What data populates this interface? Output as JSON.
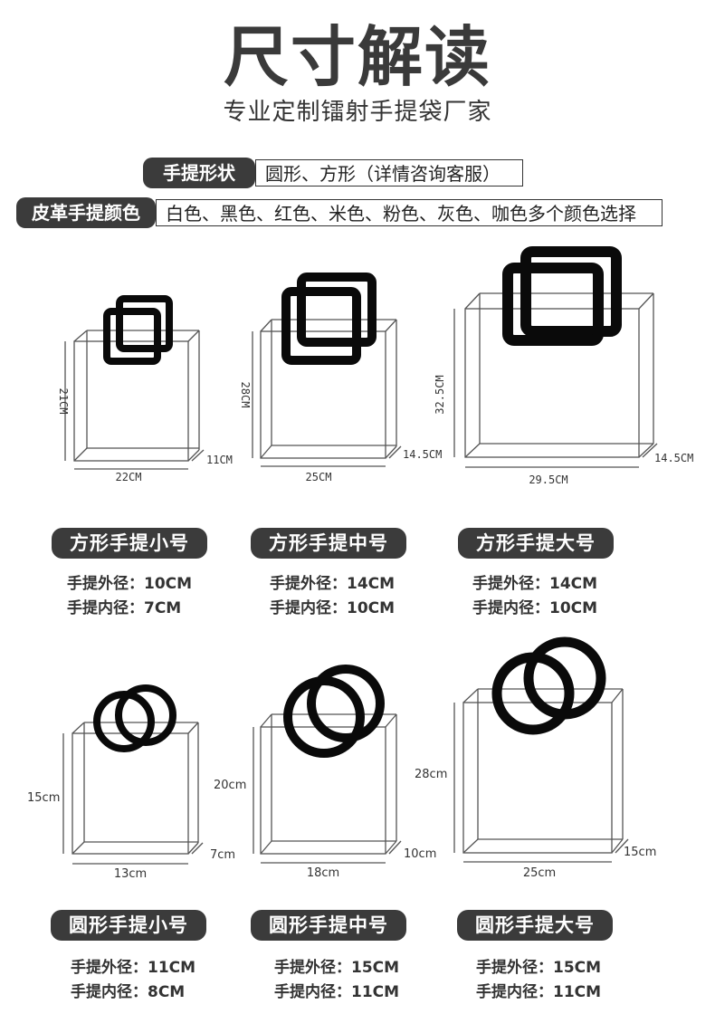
{
  "header": {
    "title": "尺寸解读",
    "subtitle": "专业定制镭射手提袋厂家"
  },
  "options": {
    "handle_shape_label": "手提形状",
    "handle_shape_value": "圆形、方形（详情咨询客服）",
    "leather_color_label": "皮革手提颜色",
    "leather_color_value": "白色、黑色、红色、米色、粉色、灰色、咖色多个颜色选择"
  },
  "square_bags": [
    {
      "name": "方形手提小号",
      "width": "22CM",
      "height": "21CM",
      "depth": "11CM",
      "outer": "手提外径：10CM",
      "inner": "手提内径：7CM"
    },
    {
      "name": "方形手提中号",
      "width": "25CM",
      "height": "28CM",
      "depth": "14.5CM",
      "outer": "手提外径：14CM",
      "inner": "手提内径：10CM"
    },
    {
      "name": "方形手提大号",
      "width": "29.5CM",
      "height": "32.5CM",
      "depth": "14.5CM",
      "outer": "手提外径：14CM",
      "inner": "手提内径：10CM"
    }
  ],
  "round_bags": [
    {
      "name": "圆形手提小号",
      "width": "13cm",
      "height": "15cm",
      "depth": "7cm",
      "outer": "手提外径：11CM",
      "inner": "手提内径：8CM"
    },
    {
      "name": "圆形手提中号",
      "width": "18cm",
      "height": "20cm",
      "depth": "10cm",
      "outer": "手提外径：15CM",
      "inner": "手提内径：11CM"
    },
    {
      "name": "圆形手提大号",
      "width": "25cm",
      "height": "28cm",
      "depth": "15cm",
      "outer": "手提外径：15CM",
      "inner": "手提内径：11CM"
    }
  ]
}
